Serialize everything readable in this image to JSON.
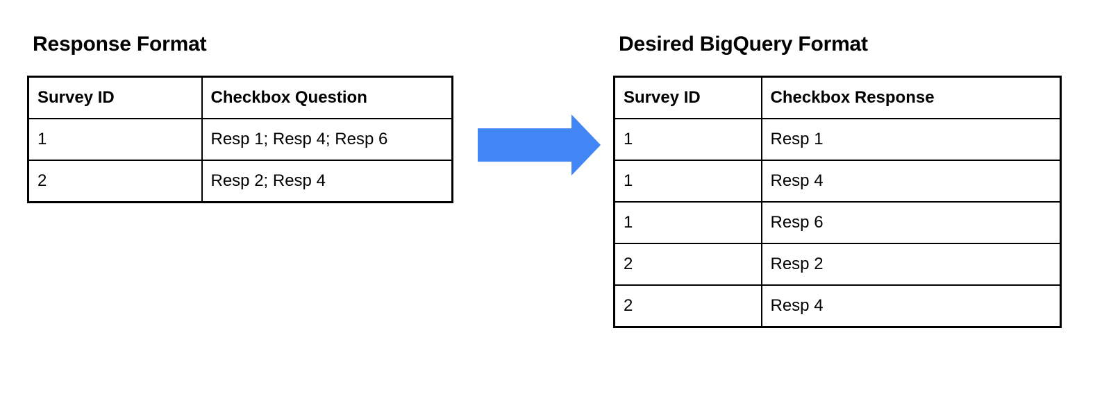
{
  "left_panel": {
    "title": "Response Format",
    "table": {
      "headers": [
        "Survey ID",
        "Checkbox Question"
      ],
      "rows": [
        [
          "1",
          "Resp 1; Resp 4; Resp 6"
        ],
        [
          "2",
          "Resp 2; Resp 4"
        ]
      ]
    }
  },
  "right_panel": {
    "title": "Desired BigQuery Format",
    "table": {
      "headers": [
        "Survey ID",
        "Checkbox Response"
      ],
      "rows": [
        [
          "1",
          "Resp 1"
        ],
        [
          "1",
          "Resp 4"
        ],
        [
          "1",
          "Resp 6"
        ],
        [
          "2",
          "Resp 2"
        ],
        [
          "2",
          "Resp 4"
        ]
      ]
    }
  },
  "arrow": {
    "icon": "arrow-right-icon",
    "color": "#4285F4",
    "direction": "right"
  },
  "colors": {
    "background": "#ffffff",
    "text": "#000000",
    "border": "#000000",
    "accent": "#4285F4"
  }
}
